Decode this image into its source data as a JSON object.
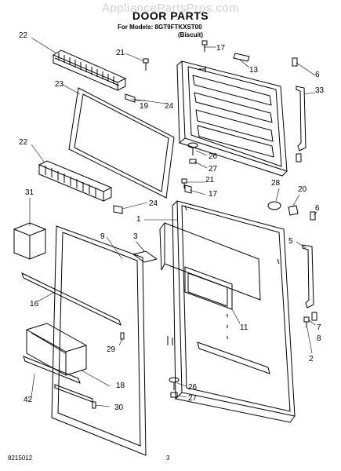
{
  "watermark": "AppliancePartsPros.com",
  "title": "DOOR PARTS",
  "subtitle": "For Models: 8GT9FTKXST00",
  "variant": "(Biscuit)",
  "footer": {
    "doc_number": "8215012",
    "page": "3"
  },
  "callouts": [
    "22",
    "21",
    "17",
    "13",
    "6",
    "33",
    "23",
    "19",
    "24",
    "26",
    "27",
    "22",
    "21",
    "17",
    "28",
    "20",
    "6",
    "31",
    "24",
    "1",
    "3",
    "9",
    "5",
    "16",
    "11",
    "7",
    "29",
    "8",
    "2",
    "18",
    "26",
    "42",
    "30",
    "27"
  ]
}
